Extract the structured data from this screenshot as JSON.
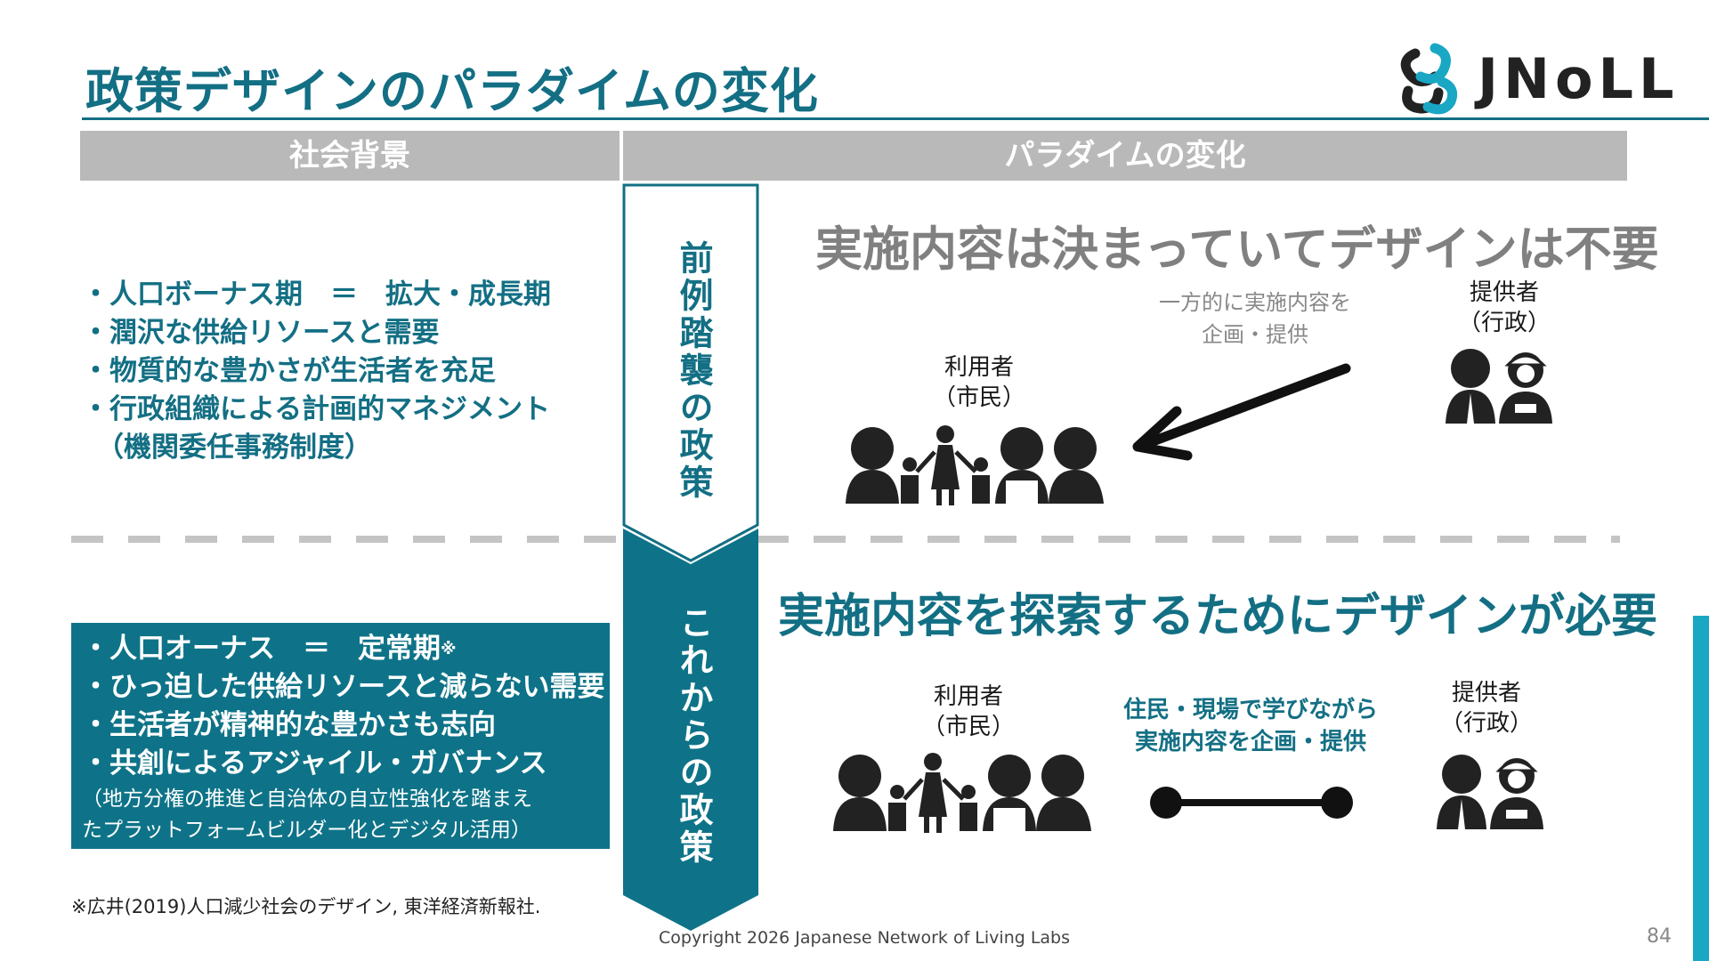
{
  "slide": {
    "title": "政策デザインのパラダイムの変化",
    "logo_text": "JNoLL",
    "copyright": "Copyright 2026  Japanese Network of Living Labs",
    "page_number": "84"
  },
  "headers": {
    "left": "社会背景",
    "right": "パラダイムの変化"
  },
  "background": {
    "upper": [
      "・人口ボーナス期　＝　拡大・成長期",
      "・潤沢な供給リソースと需要",
      "・物質的な豊かさが生活者を充足",
      "・行政組織による計画的マネジメント",
      "（機関委任事務制度）"
    ],
    "lower": {
      "first_item": "・人口オーナス　＝　定常期",
      "first_item_mark": "※",
      "items": [
        "・ひっ迫した供給リソースと減らない需要",
        "・生活者が精神的な豊かさも志向",
        "・共創によるアジャイル・ガバナンス"
      ],
      "note_lines": [
        "（地方分権の推進と自治体の自立性強化を踏まえ",
        "たプラットフォームビルダー化とデジタル活用）"
      ]
    },
    "footnote": "※広井(2019)人口減少社会のデザイン, 東洋経済新報社."
  },
  "arrow": {
    "top_label": "前例踏襲の政策",
    "bottom_label": "これからの政策"
  },
  "old_paradigm": {
    "heading": "実施内容は決まっていてデザインは不要",
    "user_label": [
      "利用者",
      "（市民）"
    ],
    "provider_label": [
      "提供者",
      "（行政）"
    ],
    "arrow_text": [
      "一方的に実施内容を",
      "企画・提供"
    ]
  },
  "new_paradigm": {
    "heading": "実施内容を探索するためにデザインが必要",
    "user_label": [
      "利用者",
      "（市民）"
    ],
    "provider_label": [
      "提供者",
      "（行政）"
    ],
    "arrow_text": [
      "住民・現場で学びながら",
      "実施内容を企画・提供"
    ]
  },
  "colors": {
    "primary": "#136f84",
    "box": "#0e7388",
    "header_gray": "#b9b9b9",
    "accent": "#19a7c4"
  }
}
